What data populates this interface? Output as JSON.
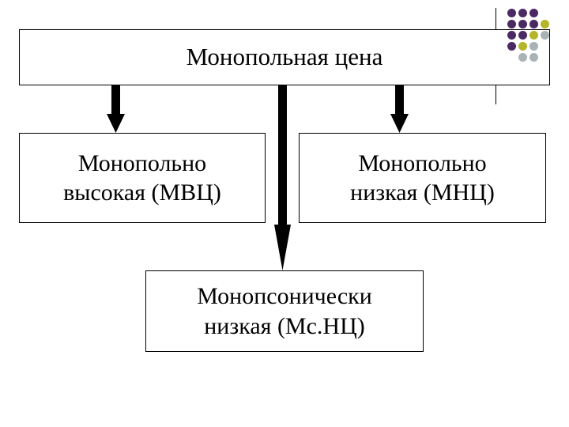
{
  "diagram": {
    "top": {
      "label": "Монопольная цена"
    },
    "left": {
      "label": "Монопольно\nвысокая (МВЦ)"
    },
    "right": {
      "label": "Монопольно\nнизкая (МНЦ)"
    },
    "bottom": {
      "label": "Монопсонически\n низкая (Мс.НЦ)"
    }
  },
  "colors": {
    "text": "#000000",
    "border": "#000000",
    "arrow": "#000000",
    "background": "#ffffff",
    "dot_purple": "#4b2a63",
    "dot_olive": "#b5b52a",
    "dot_gray": "#a9b3b6"
  },
  "decoration": {
    "dot_grid": [
      [
        "purple",
        "purple",
        "purple",
        "none"
      ],
      [
        "purple",
        "purple",
        "purple",
        "olive"
      ],
      [
        "purple",
        "purple",
        "olive",
        "gray"
      ],
      [
        "purple",
        "olive",
        "gray",
        "none"
      ],
      [
        "none",
        "gray",
        "gray",
        "none"
      ]
    ]
  }
}
